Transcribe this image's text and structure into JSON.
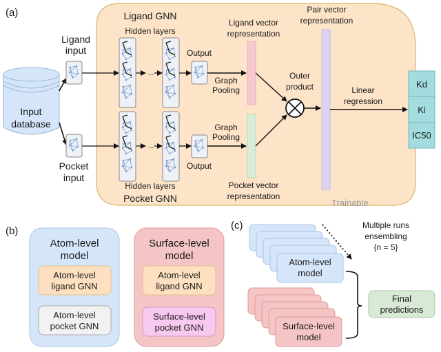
{
  "panel_a": {
    "label": "(a)",
    "input_db": [
      "Input",
      "database"
    ],
    "ligand_input": [
      "Ligand",
      "input"
    ],
    "pocket_input": [
      "Pocket",
      "input"
    ],
    "ligand_gnn": "Ligand GNN",
    "pocket_gnn": "Pocket GNN",
    "hidden_layers_top": "Hidden layers",
    "hidden_layers_bottom": "Hidden layers",
    "output_top": "Output",
    "output_bottom": "Output",
    "graph_pooling_top": [
      "Graph",
      "Pooling"
    ],
    "graph_pooling_bottom": [
      "Graph",
      "Pooling"
    ],
    "ligand_vector": [
      "Ligand vector",
      "representation"
    ],
    "pocket_vector": [
      "Pocket vector",
      "representation"
    ],
    "outer_product": [
      "Outer",
      "product"
    ],
    "pair_vector": [
      "Pair vector",
      "representation"
    ],
    "linear_regression": [
      "Linear",
      "regression"
    ],
    "outputs": [
      "Kd",
      "Ki",
      "IC50"
    ],
    "trainable": "Trainable",
    "ellipsis": "..."
  },
  "panel_b": {
    "label": "(b)",
    "atom_model": {
      "title": [
        "Atom-level",
        "model"
      ],
      "ligand": [
        "Atom-level",
        "ligand GNN"
      ],
      "pocket": [
        "Atom-level",
        "pocket GNN"
      ]
    },
    "surface_model": {
      "title": [
        "Surface-level",
        "model"
      ],
      "ligand": [
        "Atom-level",
        "ligand GNN"
      ],
      "pocket": [
        "Surface-level",
        "pocket GNN"
      ]
    }
  },
  "panel_c": {
    "label": "(c)",
    "ensembling": [
      "Multiple runs",
      "ensembling",
      "{n = 5}"
    ],
    "atom_model": [
      "Atom-level",
      "model"
    ],
    "surface_model": [
      "Surface-level",
      "model"
    ],
    "final": [
      "Final",
      "predictions"
    ]
  },
  "colors": {
    "trainable_bg": "#fde3c8",
    "trainable_border": "#d8b56a",
    "db_fill": "#d6e6fa",
    "db_stroke": "#9ab4d6",
    "ligand_vec": "#f7c8cf",
    "pocket_vec": "#d5ecd6",
    "pair_vec": "#ddd3ee",
    "output_box": "#a3dcde",
    "atom_blue": "#d6e6fa",
    "surface_red": "#f5c4c4",
    "orange_box": "#fde0c0",
    "gray_box": "#f2f2f2",
    "pink_box": "#f8c9ef",
    "final_green": "#d8ead5"
  }
}
